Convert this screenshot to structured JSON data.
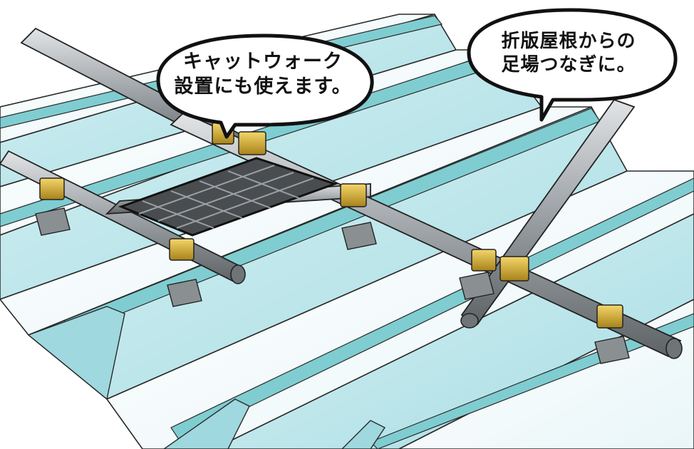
{
  "callouts": {
    "catwalk": {
      "line1": "キャットウォーク",
      "line2": "設置にも使えます。"
    },
    "scaffold": {
      "line1": "折版屋根からの",
      "line2": "足場つなぎに。"
    }
  },
  "colors": {
    "roof_face": "#f4fbfd",
    "roof_shade": "#bfe7ec",
    "ridge_cap": "#7fcdd1",
    "pipe": "#8f9498",
    "pipe_highlight": "#d4d7d9",
    "clamp_brass": "#c9a227",
    "bracket_gray": "#8a8f92",
    "outline": "#222222"
  },
  "icons": [
    "corrugated-roof",
    "scaffold-pipe",
    "pipe-clamp",
    "catwalk-grating",
    "speech-bubble"
  ]
}
